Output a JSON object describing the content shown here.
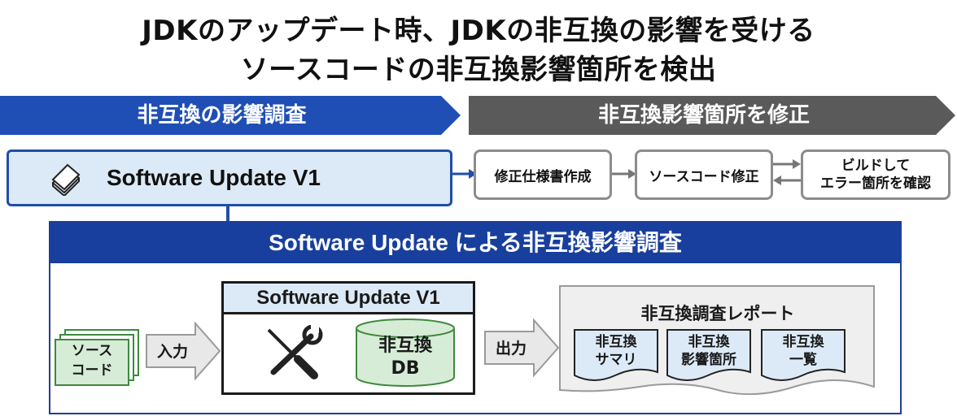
{
  "title": {
    "line1": "JDKのアップデート時、JDKの非互換の影響を受ける",
    "line2": "ソースコードの非互換影響箇所を検出"
  },
  "phases": {
    "investigate": "非互換の影響調査",
    "fix": "非互換影響箇所を修正"
  },
  "main_tool": {
    "label": "Software Update V1",
    "icon": "document-stack-icon"
  },
  "fix_steps": [
    {
      "label": "修正仕様書作成"
    },
    {
      "label": "ソースコード修正"
    },
    {
      "label_line1": "ビルドして",
      "label_line2": "エラー箇所を確認"
    }
  ],
  "section": {
    "title": "Software Update による非互換影響調査",
    "source": {
      "line1": "ソース",
      "line2": "コード"
    },
    "input_label": "入力",
    "tool_title": "Software Update V1",
    "tool_icon": "tools-icon",
    "db": {
      "line1": "非互換",
      "line2": "DB"
    },
    "output_label": "出力",
    "report": {
      "title": "非互換調査レポート",
      "items": [
        {
          "line1": "非互換",
          "line2": "サマリ"
        },
        {
          "line1": "非互換",
          "line2": "影響箇所"
        },
        {
          "line1": "非互換",
          "line2": "一覧"
        }
      ]
    }
  },
  "colors": {
    "phase_blue": "#1f4fb5",
    "phase_gray": "#5a5a5a",
    "section_header": "#183f9e",
    "light_blue": "#dceaf8",
    "db_green": "#d7ecd6",
    "db_border": "#3d8a3d"
  }
}
